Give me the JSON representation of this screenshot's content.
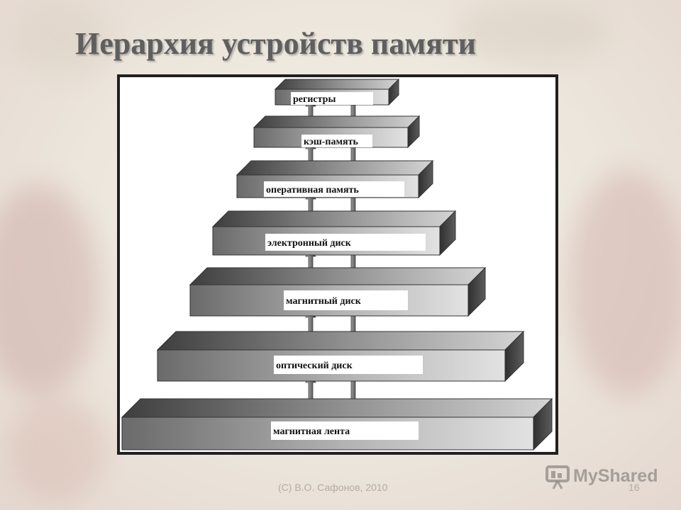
{
  "slide": {
    "title": "Иерархия устройств памяти",
    "footer": "(С) В.О. Сафонов, 2010",
    "page_number": "16",
    "watermark": "MyShared"
  },
  "diagram": {
    "levels": [
      {
        "label": "регистры"
      },
      {
        "label": "кэш-память"
      },
      {
        "label": "оперативная память"
      },
      {
        "label": "электронный диск"
      },
      {
        "label": "магнитный диск"
      },
      {
        "label": "оптический диск"
      },
      {
        "label": "магнитная лента"
      }
    ]
  },
  "colors": {
    "title": "#5f5f5f",
    "frame": "#202020",
    "block_dark": "#6a6a6a",
    "block_light": "#e0e0e0",
    "footer": "#b3aca6"
  }
}
